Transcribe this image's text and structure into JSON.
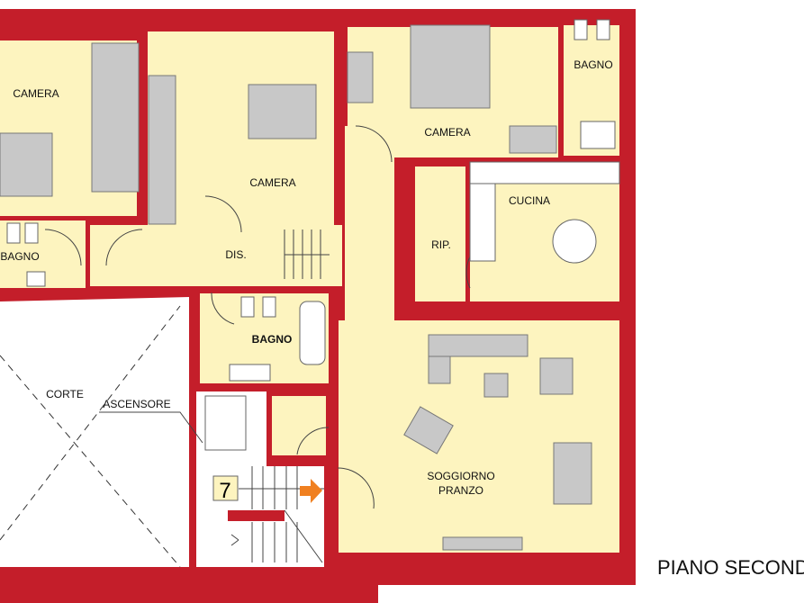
{
  "plan": {
    "title": "PIANO SECONDO",
    "rooms": {
      "camera_left": "CAMERA",
      "camera_mid": "CAMERA",
      "camera_right": "CAMERA",
      "bagno_top_right": "BAGNO",
      "bagno_left": "BAGNO",
      "bagno_center": "BAGNO",
      "dis": "DIS.",
      "rip": "RIP.",
      "cucina": "CUCINA",
      "soggiorno_1": "SOGGIORNO",
      "soggiorno_2": "PRANZO",
      "corte": "CORTE",
      "ascensore": "ASCENSORE"
    },
    "unit_number": "7",
    "colors": {
      "wall": "#c41e2a",
      "floor": "#fdf4bf",
      "entry_arrow": "#f08020"
    }
  }
}
